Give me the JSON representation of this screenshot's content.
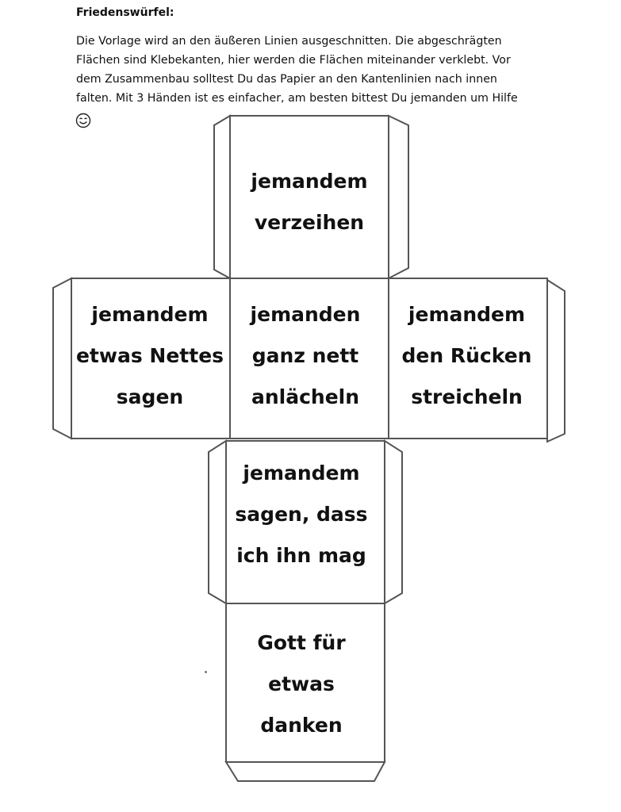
{
  "document": {
    "title": "Friedenswürfel:",
    "intro_lines": [
      "Die Vorlage wird an den äußeren Linien ausgeschnitten. Die abgeschrägten",
      "Flächen sind Klebekanten, hier werden die Flächen miteinander verklebt. Vor",
      "dem Zusammenbau solltest Du das Papier an den Kantenlinien nach innen",
      "falten. Mit 3 Händen ist es einfacher, am besten bittest Du jemanden um Hilfe"
    ],
    "smiley_icon": "smiley-face-icon"
  },
  "faces": {
    "top": [
      "jemandem",
      "verzeihen"
    ],
    "left": [
      "jemandem",
      "etwas Nettes",
      "sagen"
    ],
    "center": [
      "jemanden",
      "ganz nett",
      "anlächeln"
    ],
    "right": [
      "jemandem",
      "den Rücken",
      "streicheln"
    ],
    "lower": [
      "jemandem",
      "sagen, dass",
      "ich ihn mag"
    ],
    "bottom": [
      "Gott für",
      "etwas",
      "danken"
    ]
  },
  "colors": {
    "lines": "#555555",
    "text": "#111111",
    "background": "#ffffff"
  }
}
